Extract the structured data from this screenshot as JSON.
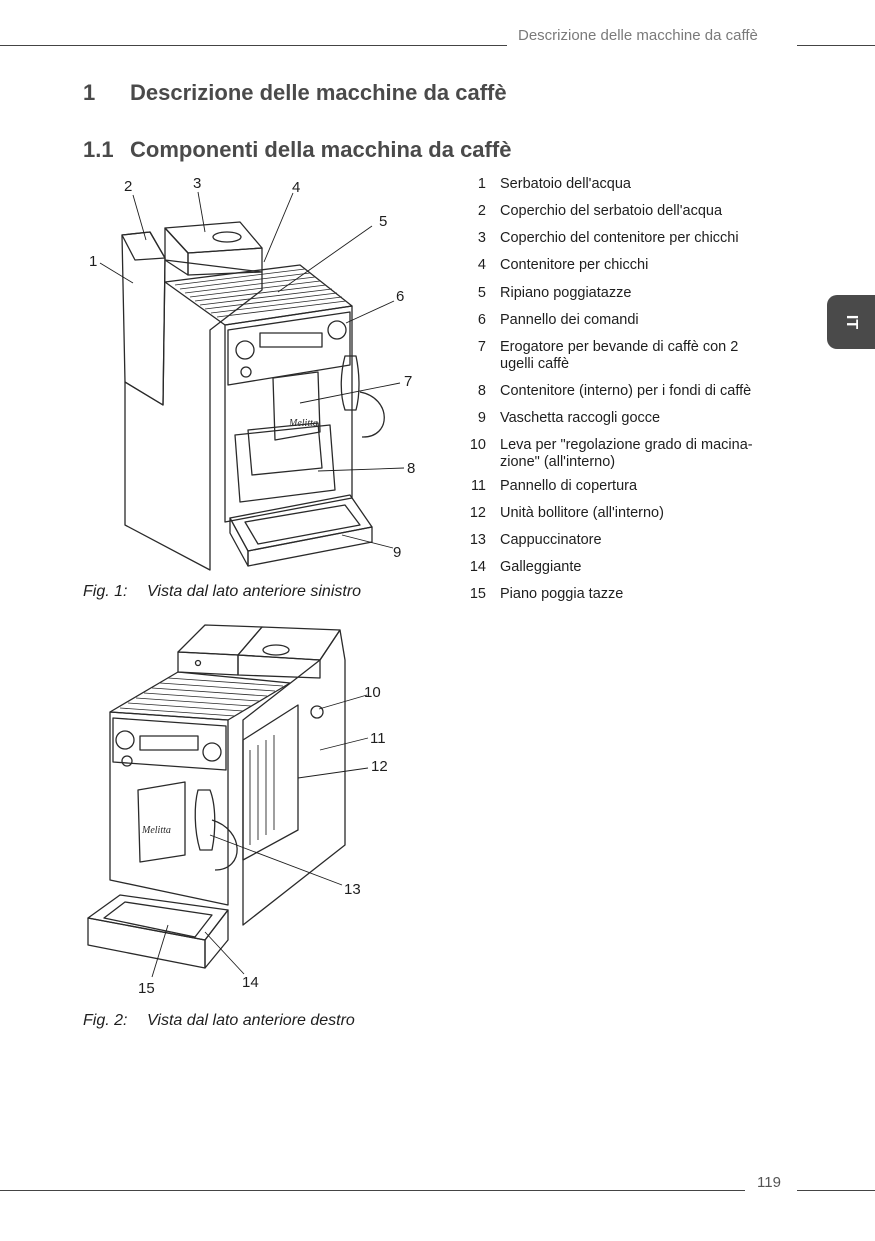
{
  "header": {
    "running_title": "Descrizione delle macchine da caffè"
  },
  "section": {
    "number": "1",
    "title": "Descrizione delle macchine da caffè"
  },
  "subsection": {
    "number": "1.1",
    "title": "Componenti della macchina da caffè"
  },
  "language_tab": "IT",
  "parts": [
    {
      "n": "1",
      "text": "Serbatoio dell'acqua"
    },
    {
      "n": "2",
      "text": "Coperchio del serbatoio dell'acqua"
    },
    {
      "n": "3",
      "text": "Coperchio del contenitore per chicchi"
    },
    {
      "n": "4",
      "text": "Contenitore per chicchi"
    },
    {
      "n": "5",
      "text": "Ripiano poggiatazze"
    },
    {
      "n": "6",
      "text": "Pannello dei comandi"
    },
    {
      "n": "7",
      "text": "Erogatore per bevande di caffè con 2 ugelli caffè"
    },
    {
      "n": "8",
      "text": "Contenitore (interno) per i fondi di caffè"
    },
    {
      "n": "9",
      "text": "Vaschetta raccogli gocce"
    },
    {
      "n": "10",
      "text": "Leva per \"regolazione grado di macina-zione\" (all'interno)"
    },
    {
      "n": "11",
      "text": "Pannello di copertura"
    },
    {
      "n": "12",
      "text": "Unità bollitore (all'interno)"
    },
    {
      "n": "13",
      "text": "Cappuccinatore"
    },
    {
      "n": "14",
      "text": "Galleggiante"
    },
    {
      "n": "15",
      "text": "Piano poggia tazze"
    }
  ],
  "figure1": {
    "label": "Fig. 1:",
    "caption": "Vista dal lato anteriore sinistro",
    "callouts": [
      "1",
      "2",
      "3",
      "4",
      "5",
      "6",
      "7",
      "8",
      "9"
    ],
    "brand_logo": "Melitta"
  },
  "figure2": {
    "label": "Fig. 2:",
    "caption": "Vista dal lato anteriore destro",
    "callouts": [
      "10",
      "11",
      "12",
      "13",
      "14",
      "15"
    ],
    "brand_logo": "Melitta"
  },
  "footer": {
    "page_number": "119"
  }
}
